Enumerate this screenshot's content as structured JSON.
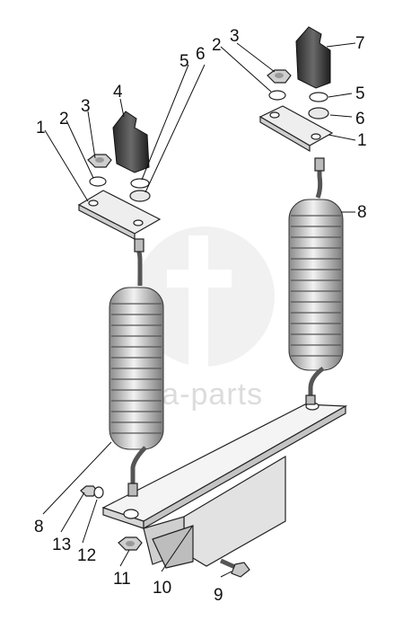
{
  "watermark": {
    "text": "ebta-parts"
  },
  "callouts": [
    {
      "id": "c1a",
      "text": "1"
    },
    {
      "id": "c2a",
      "text": "2"
    },
    {
      "id": "c3a",
      "text": "3"
    },
    {
      "id": "c4",
      "text": "4"
    },
    {
      "id": "c5a",
      "text": "5"
    },
    {
      "id": "c6a",
      "text": "6"
    },
    {
      "id": "c2b",
      "text": "2"
    },
    {
      "id": "c3b",
      "text": "3"
    },
    {
      "id": "c7",
      "text": "7"
    },
    {
      "id": "c5b",
      "text": "5"
    },
    {
      "id": "c6b",
      "text": "6"
    },
    {
      "id": "c1b",
      "text": "1"
    },
    {
      "id": "c8b",
      "text": "8"
    },
    {
      "id": "c8a",
      "text": "8"
    },
    {
      "id": "c13",
      "text": "13"
    },
    {
      "id": "c12",
      "text": "12"
    },
    {
      "id": "c11",
      "text": "11"
    },
    {
      "id": "c10",
      "text": "10"
    },
    {
      "id": "c9",
      "text": "9"
    }
  ]
}
